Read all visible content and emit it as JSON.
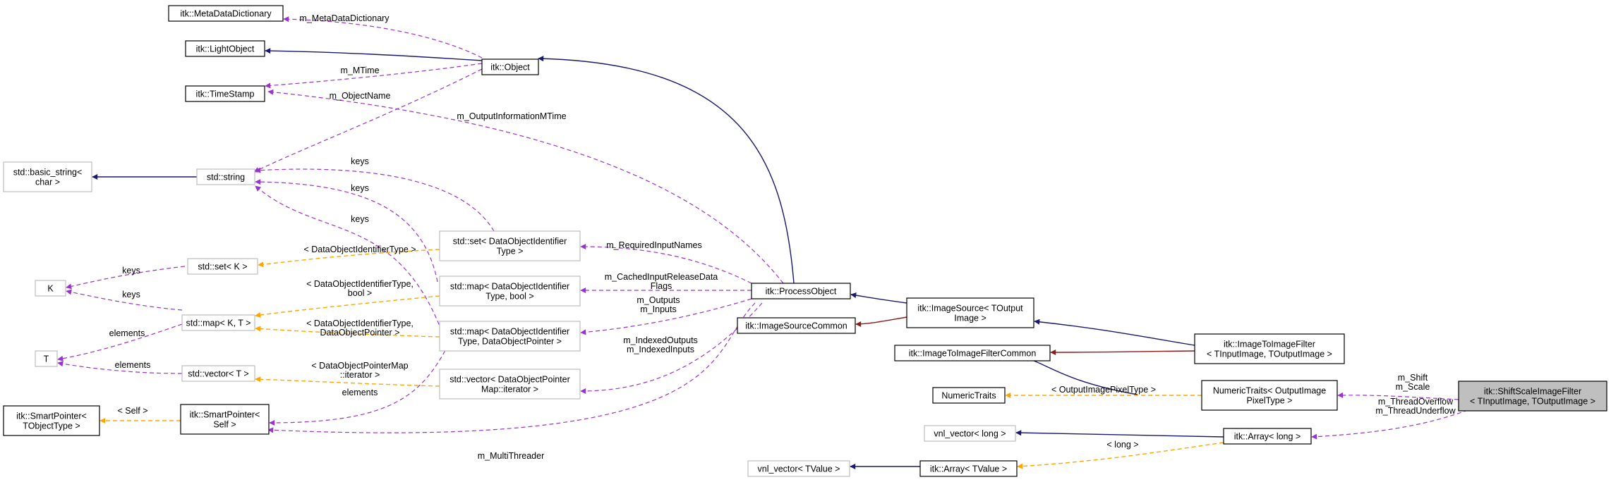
{
  "nodes": {
    "metadatadictionary": [
      "itk::MetaDataDictionary"
    ],
    "lightobject": [
      "itk::LightObject"
    ],
    "timestamp": [
      "itk::TimeStamp"
    ],
    "object": [
      "itk::Object"
    ],
    "basic_string": [
      "std::basic_string<",
      "char >"
    ],
    "string": [
      "std::string"
    ],
    "set_doid": [
      "std::set< DataObjectIdentifier",
      "Type >"
    ],
    "set_k": [
      "std::set< K >"
    ],
    "k": [
      "K"
    ],
    "map_doid_bool": [
      "std::map< DataObjectIdentifier",
      "Type, bool >"
    ],
    "map_kt": [
      "std::map< K, T >"
    ],
    "map_doid_ptr": [
      "std::map< DataObjectIdentifier",
      "Type, DataObjectPointer >"
    ],
    "t": [
      "T"
    ],
    "vector_t": [
      "std::vector< T >"
    ],
    "vector_ptr": [
      "std::vector< DataObjectPointer",
      "Map::iterator >"
    ],
    "smartpointer_tobj": [
      "itk::SmartPointer<",
      "TObjectType >"
    ],
    "smartpointer_self": [
      "itk::SmartPointer<",
      "Self >"
    ],
    "processobject": [
      "itk::ProcessObject"
    ],
    "imagesourcecommon": [
      "itk::ImageSourceCommon"
    ],
    "imagesource": [
      "itk::ImageSource< TOutput",
      "Image >"
    ],
    "imagetoimagefiltercommon": [
      "itk::ImageToImageFilterCommon"
    ],
    "imagetoimagefilter": [
      "itk::ImageToImageFilter",
      "< TInputImage, TOutputImage >"
    ],
    "numerictraits": [
      "NumericTraits"
    ],
    "numerictraits_out": [
      "NumericTraits< OutputImage",
      "PixelType >"
    ],
    "shiftscale": [
      "itk::ShiftScaleImageFilter",
      "< TInputImage, TOutputImage >"
    ],
    "vnl_long": [
      "vnl_vector< long >"
    ],
    "array_long": [
      "itk::Array< long >"
    ],
    "vnl_tvalue": [
      "vnl_vector< TValue >"
    ],
    "array_tvalue": [
      "itk::Array< TValue >"
    ]
  },
  "labels": {
    "m_metadatadictionary": [
      "m_MetaDataDictionary"
    ],
    "m_mtime": [
      "m_MTime"
    ],
    "m_objectname": [
      "m_ObjectName"
    ],
    "m_outputinformationmtime": [
      "m_OutputInformationMTime"
    ],
    "keys_a": [
      "keys"
    ],
    "keys_b": [
      "keys"
    ],
    "keys_c": [
      "keys"
    ],
    "keys_d": [
      "keys"
    ],
    "keys_e": [
      "keys"
    ],
    "elements_a": [
      "elements"
    ],
    "elements_b": [
      "elements"
    ],
    "elements_c": [
      "elements"
    ],
    "tmpl_doid_type": [
      "< DataObjectIdentifierType >"
    ],
    "tmpl_doid_bool": [
      "< DataObjectIdentifierType,",
      "bool >"
    ],
    "tmpl_doid_ptr": [
      "< DataObjectIdentifierType,",
      "DataObjectPointer >"
    ],
    "tmpl_ptrmap_it": [
      "< DataObjectPointerMap",
      "::iterator >"
    ],
    "tmpl_self": [
      "< Self >"
    ],
    "m_requiredinputnames": [
      "m_RequiredInputNames"
    ],
    "m_cachedinputreleasedataflags": [
      "m_CachedInputReleaseData",
      "Flags"
    ],
    "m_outputs_inputs": [
      "m_Outputs",
      "m_Inputs"
    ],
    "m_indexed": [
      "m_IndexedOutputs",
      "m_IndexedInputs"
    ],
    "m_multithreader": [
      "m_MultiThreader"
    ],
    "tmpl_outputpixel": [
      "< OutputImagePixelType >"
    ],
    "m_shift_scale": [
      "m_Shift",
      "m_Scale"
    ],
    "m_thread": [
      "m_ThreadOverflow",
      "m_ThreadUnderflow"
    ],
    "tmpl_long": [
      "< long >"
    ]
  },
  "colors": {
    "inheritance": "#191970",
    "private_inheritance": "#8b1a1a",
    "usage": "#9a32cd",
    "template": "#ffa500",
    "current_node_fill": "#bfbfbf"
  }
}
